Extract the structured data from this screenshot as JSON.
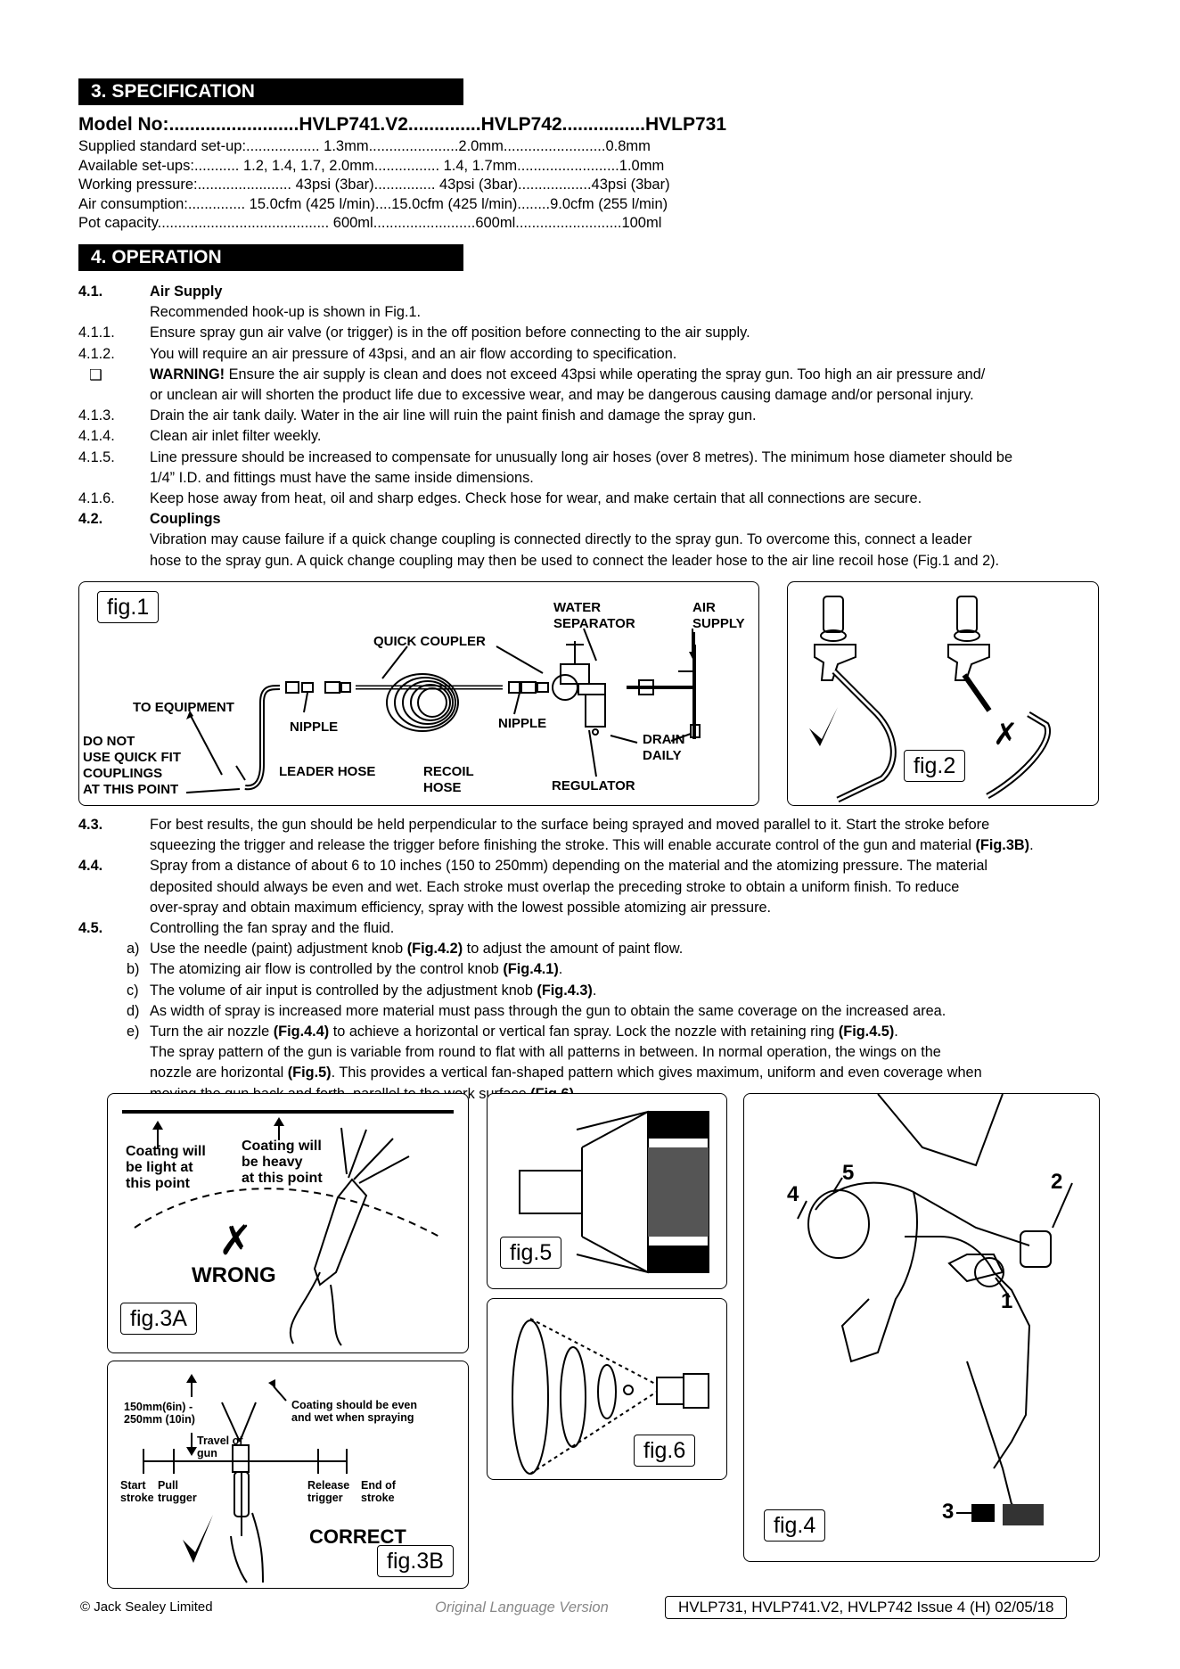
{
  "section3": {
    "title": "3.  SPECIFICATION",
    "model_row": "Model No:.........................HVLP741.V2..............HVLP742................HVLP731",
    "rows": [
      "Supplied standard set-up:.................. 1.3mm......................2.0mm.........................0.8mm",
      "Available set-ups:........... 1.2, 1.4, 1.7, 2.0mm................ 1.4, 1.7mm.........................1.0mm",
      "Working pressure:....................... 43psi (3bar)............... 43psi (3bar)..................43psi (3bar)",
      "Air consumption:.............. 15.0cfm (425 l/min)....15.0cfm (425 l/min)........9.0cfm (255 l/min)",
      "Pot capacity.......................................... 600ml.........................600ml..........................100ml"
    ]
  },
  "section4": {
    "title": "4.  OPERATION",
    "items": [
      {
        "num": "4.1.",
        "text": "Air Supply",
        "bold": true
      },
      {
        "num": "",
        "text": "Recommended hook-up is shown in Fig.1."
      },
      {
        "num": "4.1.1.",
        "text": "Ensure spray gun air valve (or trigger) is in the off position before connecting to the air supply."
      },
      {
        "num": "4.1.2.",
        "text": "You will require an air pressure of 43psi, and an air flow according to specification."
      },
      {
        "num": "❑",
        "text_bold": "WARNING!",
        "text": " Ensure the air supply is clean and does not exceed 43psi while operating the spray gun. Too high an air pressure and/"
      },
      {
        "num": "",
        "text": "or unclean air will shorten the product life due to excessive wear, and may be dangerous causing damage and/or personal injury."
      },
      {
        "num": "4.1.3.",
        "text": "Drain the air tank daily. Water in the air line will ruin the paint finish and damage the spray gun."
      },
      {
        "num": "4.1.4.",
        "text": "Clean air inlet filter weekly."
      },
      {
        "num": "4.1.5.",
        "text": "Line pressure should be increased to compensate for unusually long air hoses (over 8 metres). The minimum hose diameter should be"
      },
      {
        "num": "",
        "text": "1/4” I.D. and fittings must have the same inside dimensions."
      },
      {
        "num": "4.1.6.",
        "text": "Keep hose away from heat, oil and sharp edges. Check hose for wear, and make certain that all connections are secure."
      },
      {
        "num": "4.2.",
        "text": "Couplings",
        "bold": true
      },
      {
        "num": "",
        "text": "Vibration may cause failure if a quick change coupling is connected directly to the spray gun. To overcome this, connect a leader"
      },
      {
        "num": "",
        "text": "hose to the spray gun. A quick change coupling may then be used to connect the leader hose to the air line recoil hose (Fig.1 and 2)."
      }
    ],
    "items2": [
      {
        "num": "4.3.",
        "text": "For best results, the gun should be held perpendicular to the surface being sprayed and moved parallel to it. Start the stroke before"
      },
      {
        "num": "",
        "text": "squeezing the trigger and release the trigger before finishing the stroke. This will enable accurate control of the gun and material ",
        "tail_bold": "(Fig.3B)",
        "tail": "."
      },
      {
        "num": "4.4.",
        "text": "Spray from a distance of about 6 to 10 inches (150 to 250mm) depending on the material and the atomizing pressure. The material"
      },
      {
        "num": "",
        "text": "deposited should always be even and wet. Each stroke must overlap the preceding stroke to obtain a uniform finish. To reduce"
      },
      {
        "num": "",
        "text": "over-spray and obtain maximum efficiency, spray with the lowest possible atomizing air pressure."
      },
      {
        "num": "4.5.",
        "text": "Controlling the fan spray and the fluid."
      }
    ],
    "sub_items": [
      {
        "letter": "a)",
        "text": "Use the needle (paint) adjustment knob ",
        "b": "(Fig.4.2)",
        "rest": " to adjust the amount of paint flow."
      },
      {
        "letter": "b)",
        "text": "The atomizing air flow is controlled by the control knob ",
        "b": "(Fig.4.1)",
        "rest": "."
      },
      {
        "letter": "c)",
        "text": "The volume of air input is controlled by the adjustment knob ",
        "b": "(Fig.4.3)",
        "rest": "."
      },
      {
        "letter": "d)",
        "text": "As width of spray is increased more material must pass through the gun to obtain the same coverage on the increased area.",
        "b": "",
        "rest": ""
      },
      {
        "letter": "e)",
        "text": "Turn the air nozzle ",
        "b": "(Fig.4.4)",
        "rest": " to achieve a horizontal or vertical fan spray. Lock the nozzle with retaining ring ",
        "b2": "(Fig.4.5)",
        "rest2": "."
      }
    ],
    "fan_para": [
      {
        "text": "The spray pattern of the gun is variable from round to flat with all patterns in between. In normal operation, the wings on the"
      },
      {
        "text": "nozzle are horizontal ",
        "b": "(Fig.5)",
        "rest": ". This provides a vertical fan-shaped pattern which gives maximum, uniform and even coverage when"
      },
      {
        "text": "moving the gun back and forth, parallel to the work surface ",
        "b": "(Fig.6)",
        "rest": "."
      }
    ]
  },
  "fig1": {
    "label": "fig.1",
    "water_separator": "WATER\nSEPARATOR",
    "air_supply": "AIR\nSUPPLY",
    "quick_coupler": "QUICK COUPLER",
    "to_equipment": "TO EQUIPMENT",
    "nipple1": "NIPPLE",
    "nipple2": "NIPPLE",
    "do_not": "DO NOT\nUSE QUICK FIT\nCOUPLINGS\nAT THIS POINT",
    "leader_hose": "LEADER HOSE",
    "recoil_hose": "RECOIL\nHOSE",
    "regulator": "REGULATOR",
    "drain_daily": "DRAIN\nDAILY"
  },
  "fig2": {
    "label": "fig.2"
  },
  "fig3a": {
    "label": "fig.3A",
    "light": "Coating will\nbe light at\nthis point",
    "heavy": "Coating will\nbe heavy\nat this point",
    "wrong": "WRONG"
  },
  "fig3b": {
    "label": "fig.3B",
    "distance": "150mm(6in) -\n250mm (10in)",
    "coating": "Coating should be even\nand wet when spraying",
    "travel": "Travel of\ngun",
    "start": "Start\nstroke",
    "pull": "Pull\ntrugger",
    "release": "Release\ntrigger",
    "end": "End of\nstroke",
    "correct": "CORRECT"
  },
  "fig4": {
    "label": "fig.4",
    "n1": "1",
    "n2": "2",
    "n3": "3",
    "n4": "4",
    "n5": "5"
  },
  "fig5": {
    "label": "fig.5"
  },
  "fig6": {
    "label": "fig.6"
  },
  "footer": {
    "copyright": "© Jack Sealey Limited",
    "version": "Original Language Version",
    "issue": "HVLP731, HVLP741.V2, HVLP742 Issue 4 (H) 02/05/18"
  }
}
